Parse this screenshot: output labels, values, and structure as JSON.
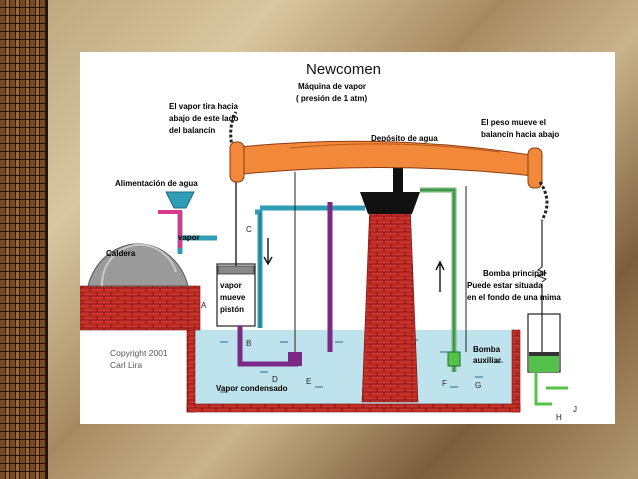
{
  "title": "Newcomen",
  "subtitle_line1": "Máquina de vapor",
  "subtitle_line2": "( presión de 1 atm)",
  "labels": {
    "vapor_tira_1": "El vapor tira hacia",
    "vapor_tira_2": "abajo de este lado",
    "vapor_tira_3": "del balancín",
    "deposito": "Depósito de agua",
    "peso_1": "El peso mueve el",
    "peso_2": "balancín hacia abajo",
    "alimentacion": "Alimentación de agua",
    "caldera": "Caldera",
    "vapor": "vapor",
    "mueve_1": "vapor",
    "mueve_2": "mueve",
    "mueve_3": "pistón",
    "bomba_principal_1": "Bomba principal",
    "bomba_principal_2": "Puede estar situada",
    "bomba_principal_3": "en el fondo de una mima",
    "bomba_aux_1": "Bomba",
    "bomba_aux_2": "auxiliar",
    "vapor_condensado": "Vapor condensado",
    "copyright_1": "Copyright 2001",
    "copyright_2": "Carl Lira"
  },
  "letters": {
    "a": "A",
    "b": "B",
    "c": "C",
    "d": "D",
    "e": "E",
    "f": "F",
    "g": "G",
    "h": "H",
    "j": "J"
  },
  "colors": {
    "beam": "#f2883a",
    "brick": "#c8322a",
    "water": "#bfe3ec",
    "steam_pipe": "#2f9db6",
    "feed_pipe": "#d8398e",
    "condensate_pipe": "#7a2a86",
    "aux_pipe": "#6ab870",
    "pump_water": "#54c24a"
  }
}
